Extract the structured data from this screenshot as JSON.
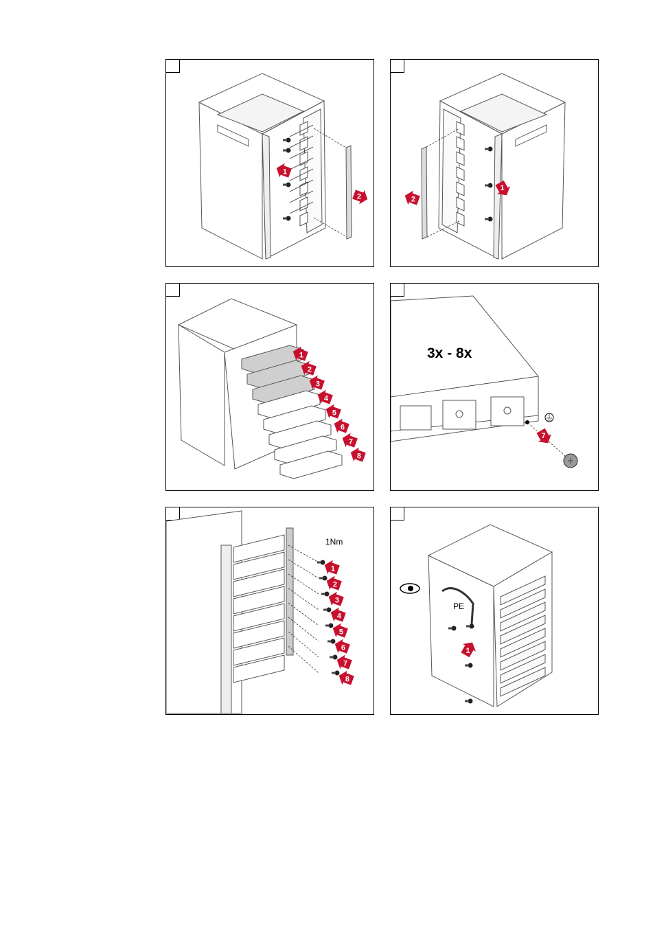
{
  "panels": [
    {
      "id": "step-1",
      "arrows": [
        "1",
        "2"
      ]
    },
    {
      "id": "step-2",
      "arrows": [
        "1",
        "2"
      ]
    },
    {
      "id": "step-3",
      "arrows": [
        "1",
        "2",
        "3",
        "4",
        "5",
        "6",
        "7",
        "8"
      ]
    },
    {
      "id": "step-4",
      "arrows": [
        "7"
      ],
      "quantity_label": "3x - 8x"
    },
    {
      "id": "step-5",
      "arrows": [
        "1",
        "2",
        "3",
        "4",
        "5",
        "6",
        "7",
        "8"
      ],
      "torque_label": "1Nm"
    },
    {
      "id": "step-6",
      "arrows": [
        "1"
      ],
      "pe_label": "PE"
    }
  ],
  "colors": {
    "arrow": "#c8102e",
    "line": "#555555",
    "fill": "#f2f2f2"
  }
}
